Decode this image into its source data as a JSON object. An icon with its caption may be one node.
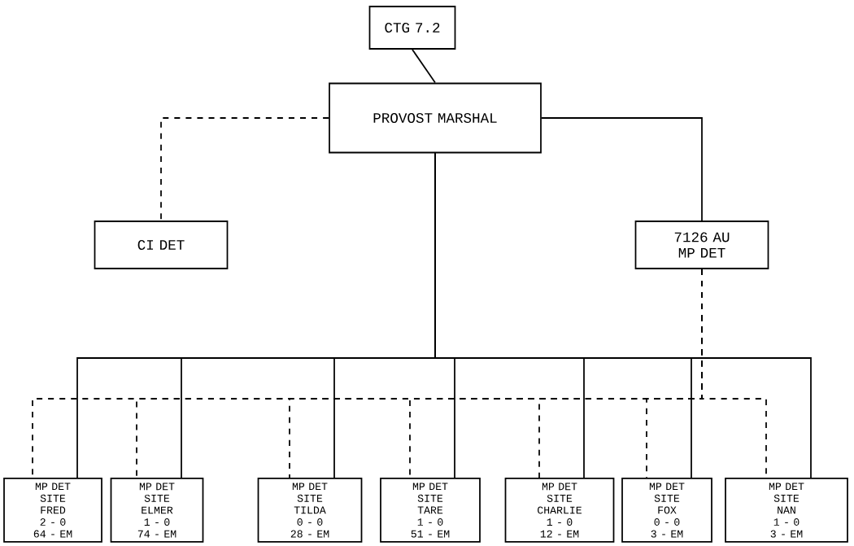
{
  "diagram": {
    "nodes": [
      {
        "text": [
          "CTG 7.2"
        ]
      },
      {
        "text": [
          "PROVOST MARSHAL"
        ]
      },
      {
        "text": [
          "CI DET"
        ]
      },
      {
        "text": [
          "7126 AU MP DET"
        ]
      },
      {
        "text": [
          "MP DET SITE FRED",
          "2 - 0",
          "64 - EM"
        ]
      },
      {
        "text": [
          "MP DET SITE ELMER",
          "1 - 0",
          "74 - EM"
        ]
      },
      {
        "text": [
          "MP DET SITE TILDA",
          "0 - 0",
          "28 - EM"
        ]
      },
      {
        "text": [
          "MP DET SITE TARE",
          "1 - 0",
          "51 - EM"
        ]
      },
      {
        "text": [
          "MP DET SITE CHARLIE",
          "1 - 0",
          "12 - EM"
        ]
      },
      {
        "text": [
          "MP DET SITE FOX",
          "0 - 0",
          "3 - EM"
        ]
      },
      {
        "text": [
          "MP DET SITE NAN",
          "1 - 0",
          "3 - EM"
        ]
      }
    ],
    "edges": [
      {
        "from": 0,
        "to": 1,
        "arrow": "none"
      },
      {
        "from": 1,
        "to": 2,
        "arrow": "none",
        "style": "dashed"
      },
      {
        "from": 1,
        "to": 3,
        "arrow": "none"
      },
      {
        "from": 1,
        "to": 4,
        "arrow": "none"
      },
      {
        "from": 1,
        "to": 5,
        "arrow": "none"
      },
      {
        "from": 1,
        "to": 6,
        "arrow": "none"
      },
      {
        "from": 1,
        "to": 7,
        "arrow": "none"
      },
      {
        "from": 1,
        "to": 8,
        "arrow": "none"
      },
      {
        "from": 1,
        "to": 9,
        "arrow": "none"
      },
      {
        "from": 1,
        "to": 10,
        "arrow": "none"
      },
      {
        "from": 3,
        "to": 4,
        "arrow": "none",
        "style": "dashed"
      },
      {
        "from": 3,
        "to": 5,
        "arrow": "none",
        "style": "dashed"
      },
      {
        "from": 3,
        "to": 6,
        "arrow": "none",
        "style": "dashed"
      },
      {
        "from": 3,
        "to": 7,
        "arrow": "none",
        "style": "dashed"
      },
      {
        "from": 3,
        "to": 8,
        "arrow": "none",
        "style": "dashed"
      },
      {
        "from": 3,
        "to": 9,
        "arrow": "none",
        "style": "dashed"
      },
      {
        "from": 3,
        "to": 10,
        "arrow": "none",
        "style": "dashed"
      }
    ]
  }
}
